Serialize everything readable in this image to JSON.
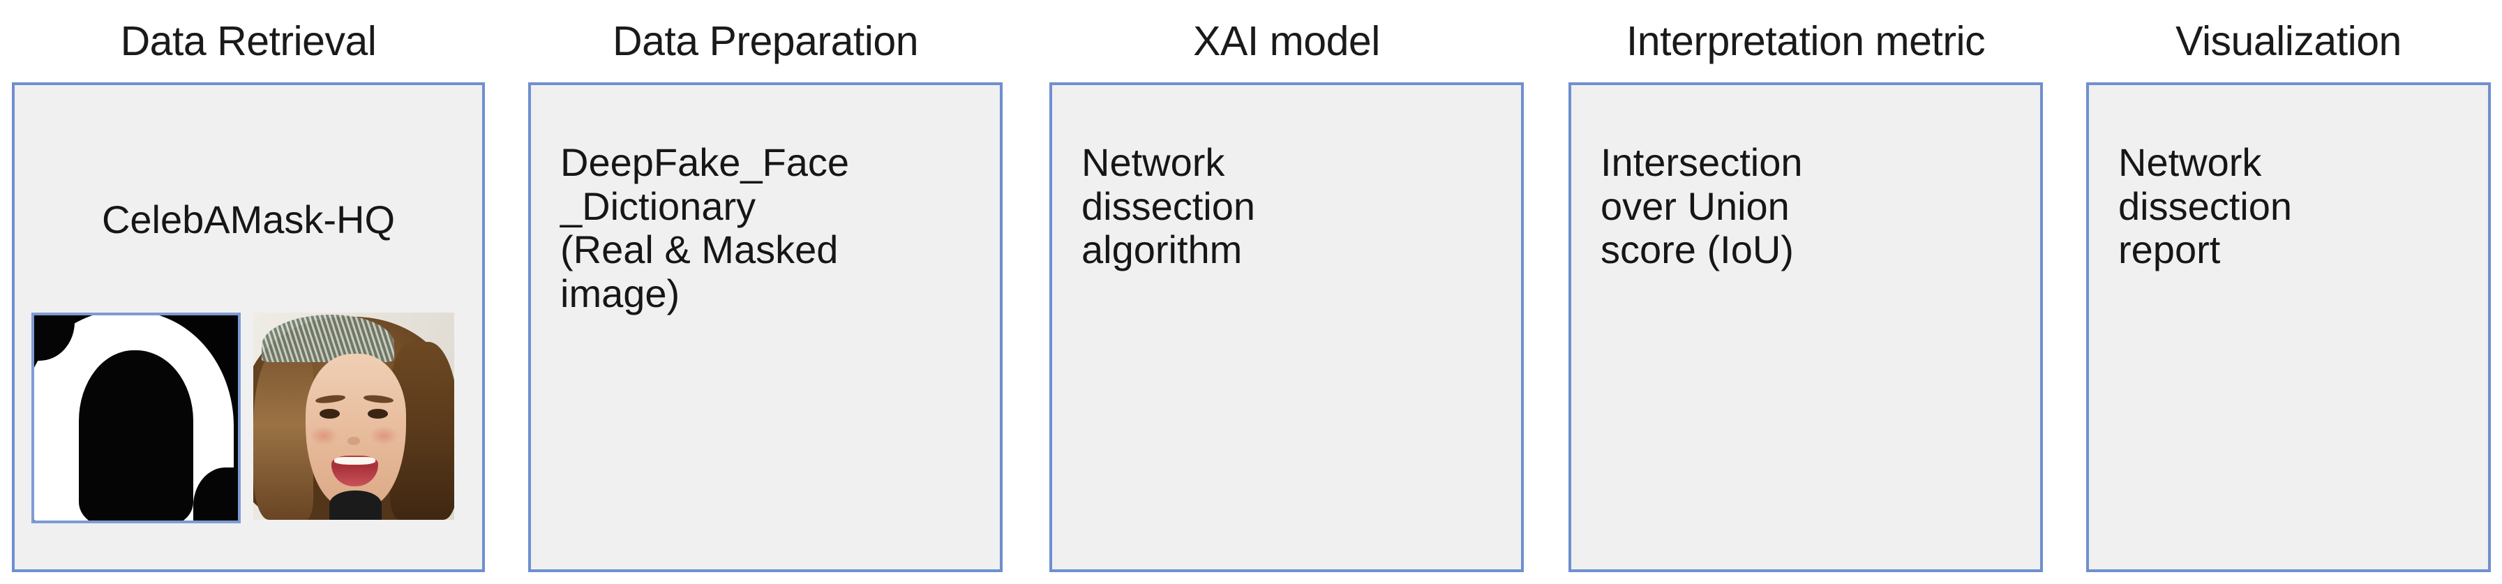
{
  "diagram": {
    "type": "pipeline",
    "orientation": "horizontal",
    "colors": {
      "box_border": "#6f8fce",
      "box_fill": "#f0f0f0",
      "page_background": "#ffffff",
      "text": "#161616",
      "thumb_border": "#7d9bd4"
    },
    "stages": [
      {
        "title": "Data Retrieval",
        "dataset_label": "CelebAMask-HQ",
        "body": "",
        "images": [
          {
            "name": "segmentation-mask-thumbnail",
            "alt": "Black and white binary face segmentation mask"
          },
          {
            "name": "celebrity-face-photo-thumbnail",
            "alt": "Photograph of a smiling woman with long brown hair wearing a tiara"
          }
        ]
      },
      {
        "title": "Data Preparation",
        "dataset_label": "",
        "body": "DeepFake_Face\n_Dictionary\n(Real & Masked\nimage)",
        "images": []
      },
      {
        "title": "XAI model",
        "dataset_label": "",
        "body": "Network\ndissection\nalgorithm",
        "images": []
      },
      {
        "title": "Interpretation metric",
        "dataset_label": "",
        "body": "Intersection\nover Union\nscore (IoU)",
        "images": []
      },
      {
        "title": "Visualization",
        "dataset_label": "",
        "body": "Network\ndissection\nreport",
        "images": []
      }
    ]
  }
}
